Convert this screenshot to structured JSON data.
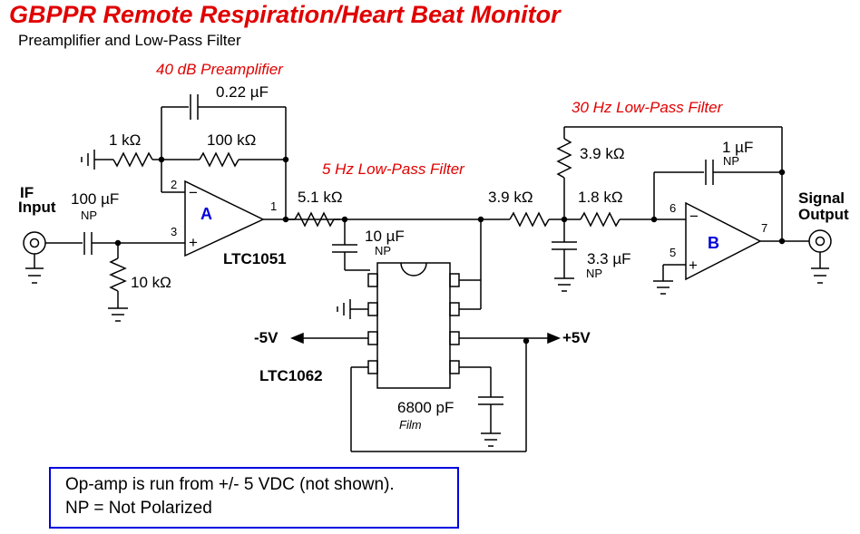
{
  "title": "GBPPR Remote Respiration/Heart Beat Monitor",
  "subtitle": "Preamplifier and Low-Pass Filter",
  "sections": {
    "preamp": "40 dB Preamplifier",
    "lpf5": "5 Hz Low-Pass Filter",
    "lpf30": "30 Hz Low-Pass Filter"
  },
  "input_label": [
    "IF",
    "Input"
  ],
  "output_label": [
    "Signal",
    "Output"
  ],
  "components": {
    "c_in": "100 µF",
    "c_in_np": "NP",
    "r_bias": "10 kΩ",
    "r_gnd": "1 kΩ",
    "r_fb": "100 kΩ",
    "c_fb": "0.22 µF",
    "r_lp1": "5.1 kΩ",
    "c_lp1": "10 µF",
    "c_lp1_np": "NP",
    "r_lp2": "3.9 kΩ",
    "r_fb2": "3.9 kΩ",
    "r_lp3": "1.8 kΩ",
    "c_lp3": "3.3 µF",
    "c_lp3_np": "NP",
    "c_fb2": "1 µF",
    "c_fb2_np": "NP",
    "c_film": "6800 pF",
    "c_film_type": "Film"
  },
  "ics": {
    "opamp_a": "A",
    "opamp_a_name": "LTC1051",
    "opamp_b": "B",
    "filter": "LTC1062"
  },
  "pins": {
    "a_inv": "2",
    "a_noninv": "3",
    "a_out": "1",
    "b_inv": "6",
    "b_noninv": "5",
    "b_out": "7",
    "minus_sym": "−",
    "plus_sym": "+"
  },
  "rails": {
    "neg": "-5V",
    "pos": "+5V"
  },
  "note": {
    "line1": "Op-amp is run from +/- 5 VDC (not shown).",
    "line2": "NP = Not Polarized"
  },
  "colors": {
    "title": "#e00000",
    "section": "#e00000",
    "opamp_letter": "#0000dd",
    "note_border": "#0000e0",
    "wire": "#000000"
  }
}
